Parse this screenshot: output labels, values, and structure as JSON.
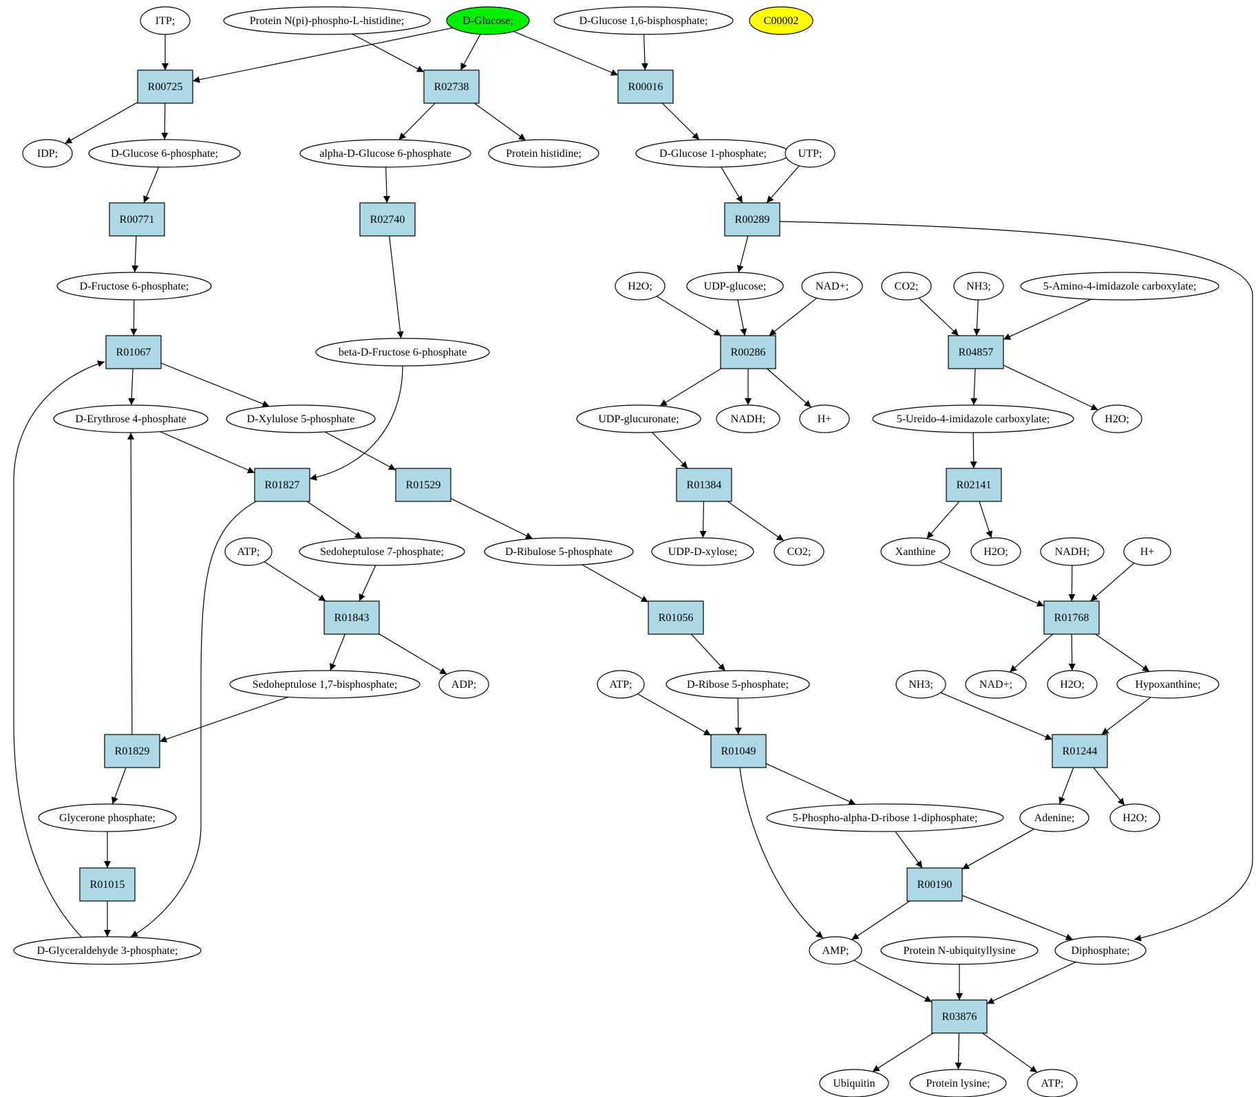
{
  "nodes": [
    {
      "id": "itp",
      "label": "ITP;",
      "shape": "ellipse",
      "fill": "#ffffff"
    },
    {
      "id": "protein_npi",
      "label": "Protein N(pi)-phospho-L-histidine;",
      "shape": "ellipse",
      "fill": "#ffffff"
    },
    {
      "id": "dglucose",
      "label": "D-Glucose;",
      "shape": "ellipse",
      "fill": "#00ee00"
    },
    {
      "id": "dglucose16bp",
      "label": "D-Glucose 1,6-bisphosphate;",
      "shape": "ellipse",
      "fill": "#ffffff"
    },
    {
      "id": "c00002",
      "label": "C00002",
      "shape": "ellipse",
      "fill": "#ffff00"
    },
    {
      "id": "R00725",
      "label": "R00725",
      "shape": "box",
      "fill": "#add8e6"
    },
    {
      "id": "R02738",
      "label": "R02738",
      "shape": "box",
      "fill": "#add8e6"
    },
    {
      "id": "R00016",
      "label": "R00016",
      "shape": "box",
      "fill": "#add8e6"
    },
    {
      "id": "idp",
      "label": "IDP;",
      "shape": "ellipse",
      "fill": "#ffffff"
    },
    {
      "id": "dglc6p",
      "label": "D-Glucose 6-phosphate;",
      "shape": "ellipse",
      "fill": "#ffffff"
    },
    {
      "id": "adglc6p",
      "label": "alpha-D-Glucose 6-phosphate",
      "shape": "ellipse",
      "fill": "#ffffff"
    },
    {
      "id": "protein_his",
      "label": "Protein histidine;",
      "shape": "ellipse",
      "fill": "#ffffff"
    },
    {
      "id": "dglc1p",
      "label": "D-Glucose 1-phosphate;",
      "shape": "ellipse",
      "fill": "#ffffff"
    },
    {
      "id": "utp",
      "label": "UTP;",
      "shape": "ellipse",
      "fill": "#ffffff"
    },
    {
      "id": "R00771",
      "label": "R00771",
      "shape": "box",
      "fill": "#add8e6"
    },
    {
      "id": "R02740",
      "label": "R02740",
      "shape": "box",
      "fill": "#add8e6"
    },
    {
      "id": "R00289",
      "label": "R00289",
      "shape": "box",
      "fill": "#add8e6"
    },
    {
      "id": "dfru6p",
      "label": "D-Fructose 6-phosphate;",
      "shape": "ellipse",
      "fill": "#ffffff"
    },
    {
      "id": "h2o_a",
      "label": "H2O;",
      "shape": "ellipse",
      "fill": "#ffffff"
    },
    {
      "id": "udpglc",
      "label": "UDP-glucose;",
      "shape": "ellipse",
      "fill": "#ffffff"
    },
    {
      "id": "nadp_a",
      "label": "NAD+;",
      "shape": "ellipse",
      "fill": "#ffffff"
    },
    {
      "id": "co2_a",
      "label": "CO2;",
      "shape": "ellipse",
      "fill": "#ffffff"
    },
    {
      "id": "nh3_a",
      "label": "NH3;",
      "shape": "ellipse",
      "fill": "#ffffff"
    },
    {
      "id": "aica",
      "label": "5-Amino-4-imidazole carboxylate;",
      "shape": "ellipse",
      "fill": "#ffffff"
    },
    {
      "id": "R01067",
      "label": "R01067",
      "shape": "box",
      "fill": "#add8e6"
    },
    {
      "id": "bdfru6p",
      "label": "beta-D-Fructose 6-phosphate",
      "shape": "ellipse",
      "fill": "#ffffff"
    },
    {
      "id": "R00286",
      "label": "R00286",
      "shape": "box",
      "fill": "#add8e6"
    },
    {
      "id": "R04857",
      "label": "R04857",
      "shape": "box",
      "fill": "#add8e6"
    },
    {
      "id": "dery4p",
      "label": "D-Erythrose 4-phosphate",
      "shape": "ellipse",
      "fill": "#ffffff"
    },
    {
      "id": "dxyl5p",
      "label": "D-Xylulose 5-phosphate",
      "shape": "ellipse",
      "fill": "#ffffff"
    },
    {
      "id": "udpglcur",
      "label": "UDP-glucuronate;",
      "shape": "ellipse",
      "fill": "#ffffff"
    },
    {
      "id": "nadh_a",
      "label": "NADH;",
      "shape": "ellipse",
      "fill": "#ffffff"
    },
    {
      "id": "hplus_a",
      "label": "H+",
      "shape": "ellipse",
      "fill": "#ffffff"
    },
    {
      "id": "uica",
      "label": "5-Ureido-4-imidazole carboxylate;",
      "shape": "ellipse",
      "fill": "#ffffff"
    },
    {
      "id": "h2o_b",
      "label": "H2O;",
      "shape": "ellipse",
      "fill": "#ffffff"
    },
    {
      "id": "R01827",
      "label": "R01827",
      "shape": "box",
      "fill": "#add8e6"
    },
    {
      "id": "R01529",
      "label": "R01529",
      "shape": "box",
      "fill": "#add8e6"
    },
    {
      "id": "R01384",
      "label": "R01384",
      "shape": "box",
      "fill": "#add8e6"
    },
    {
      "id": "R02141",
      "label": "R02141",
      "shape": "box",
      "fill": "#add8e6"
    },
    {
      "id": "atp_a",
      "label": "ATP;",
      "shape": "ellipse",
      "fill": "#ffffff"
    },
    {
      "id": "sedo7p",
      "label": "Sedoheptulose 7-phosphate;",
      "shape": "ellipse",
      "fill": "#ffffff"
    },
    {
      "id": "dribu5p",
      "label": "D-Ribulose 5-phosphate",
      "shape": "ellipse",
      "fill": "#ffffff"
    },
    {
      "id": "udpxyl",
      "label": "UDP-D-xylose;",
      "shape": "ellipse",
      "fill": "#ffffff"
    },
    {
      "id": "co2_b",
      "label": "CO2;",
      "shape": "ellipse",
      "fill": "#ffffff"
    },
    {
      "id": "xanthine",
      "label": "Xanthine",
      "shape": "ellipse",
      "fill": "#ffffff"
    },
    {
      "id": "h2o_c",
      "label": "H2O;",
      "shape": "ellipse",
      "fill": "#ffffff"
    },
    {
      "id": "nadh_b",
      "label": "NADH;",
      "shape": "ellipse",
      "fill": "#ffffff"
    },
    {
      "id": "hplus_b",
      "label": "H+",
      "shape": "ellipse",
      "fill": "#ffffff"
    },
    {
      "id": "R01843",
      "label": "R01843",
      "shape": "box",
      "fill": "#add8e6"
    },
    {
      "id": "R01056",
      "label": "R01056",
      "shape": "box",
      "fill": "#add8e6"
    },
    {
      "id": "R01768",
      "label": "R01768",
      "shape": "box",
      "fill": "#add8e6"
    },
    {
      "id": "sedo17bp",
      "label": "Sedoheptulose 1,7-bisphosphate;",
      "shape": "ellipse",
      "fill": "#ffffff"
    },
    {
      "id": "adp",
      "label": "ADP;",
      "shape": "ellipse",
      "fill": "#ffffff"
    },
    {
      "id": "atp_b",
      "label": "ATP;",
      "shape": "ellipse",
      "fill": "#ffffff"
    },
    {
      "id": "drib5p",
      "label": "D-Ribose 5-phosphate;",
      "shape": "ellipse",
      "fill": "#ffffff"
    },
    {
      "id": "nh3_b",
      "label": "NH3;",
      "shape": "ellipse",
      "fill": "#ffffff"
    },
    {
      "id": "nadp_b",
      "label": "NAD+;",
      "shape": "ellipse",
      "fill": "#ffffff"
    },
    {
      "id": "h2o_d",
      "label": "H2O;",
      "shape": "ellipse",
      "fill": "#ffffff"
    },
    {
      "id": "hypox",
      "label": "Hypoxanthine;",
      "shape": "ellipse",
      "fill": "#ffffff"
    },
    {
      "id": "R01829",
      "label": "R01829",
      "shape": "box",
      "fill": "#add8e6"
    },
    {
      "id": "R01049",
      "label": "R01049",
      "shape": "box",
      "fill": "#add8e6"
    },
    {
      "id": "R01244",
      "label": "R01244",
      "shape": "box",
      "fill": "#add8e6"
    },
    {
      "id": "glyp",
      "label": "Glycerone phosphate;",
      "shape": "ellipse",
      "fill": "#ffffff"
    },
    {
      "id": "prpp",
      "label": "5-Phospho-alpha-D-ribose 1-diphosphate;",
      "shape": "ellipse",
      "fill": "#ffffff"
    },
    {
      "id": "adenine",
      "label": "Adenine;",
      "shape": "ellipse",
      "fill": "#ffffff"
    },
    {
      "id": "h2o_e",
      "label": "H2O;",
      "shape": "ellipse",
      "fill": "#ffffff"
    },
    {
      "id": "R01015",
      "label": "R01015",
      "shape": "box",
      "fill": "#add8e6"
    },
    {
      "id": "R00190",
      "label": "R00190",
      "shape": "box",
      "fill": "#add8e6"
    },
    {
      "id": "g3p",
      "label": "D-Glyceraldehyde 3-phosphate;",
      "shape": "ellipse",
      "fill": "#ffffff"
    },
    {
      "id": "amp",
      "label": "AMP;",
      "shape": "ellipse",
      "fill": "#ffffff"
    },
    {
      "id": "protein_nub",
      "label": "Protein N-ubiquityllysine",
      "shape": "ellipse",
      "fill": "#ffffff"
    },
    {
      "id": "diphos",
      "label": "Diphosphate;",
      "shape": "ellipse",
      "fill": "#ffffff"
    },
    {
      "id": "R03876",
      "label": "R03876",
      "shape": "box",
      "fill": "#add8e6"
    },
    {
      "id": "ubiquitin",
      "label": "Ubiquitin",
      "shape": "ellipse",
      "fill": "#ffffff"
    },
    {
      "id": "protein_lys",
      "label": "Protein lysine;",
      "shape": "ellipse",
      "fill": "#ffffff"
    },
    {
      "id": "atp_c",
      "label": "ATP;",
      "shape": "ellipse",
      "fill": "#ffffff"
    }
  ],
  "edges": [
    [
      "itp",
      "R00725"
    ],
    [
      "dglucose",
      "R00725"
    ],
    [
      "R00725",
      "idp"
    ],
    [
      "R00725",
      "dglc6p"
    ],
    [
      "protein_npi",
      "R02738"
    ],
    [
      "dglucose",
      "R02738"
    ],
    [
      "R02738",
      "adglc6p"
    ],
    [
      "R02738",
      "protein_his"
    ],
    [
      "dglucose",
      "R00016"
    ],
    [
      "dglucose16bp",
      "R00016"
    ],
    [
      "R00016",
      "dglc1p"
    ],
    [
      "dglc6p",
      "R00771"
    ],
    [
      "R00771",
      "dfru6p"
    ],
    [
      "adglc6p",
      "R02740"
    ],
    [
      "R02740",
      "bdfru6p"
    ],
    [
      "dglc1p",
      "R00289"
    ],
    [
      "utp",
      "R00289"
    ],
    [
      "R00289",
      "udpglc"
    ],
    [
      "R00289",
      "diphos"
    ],
    [
      "dfru6p",
      "R01067"
    ],
    [
      "g3p",
      "R01067"
    ],
    [
      "R01067",
      "dery4p"
    ],
    [
      "R01067",
      "dxyl5p"
    ],
    [
      "h2o_a",
      "R00286"
    ],
    [
      "udpglc",
      "R00286"
    ],
    [
      "nadp_a",
      "R00286"
    ],
    [
      "R00286",
      "udpglcur"
    ],
    [
      "R00286",
      "nadh_a"
    ],
    [
      "R00286",
      "hplus_a"
    ],
    [
      "co2_a",
      "R04857"
    ],
    [
      "nh3_a",
      "R04857"
    ],
    [
      "aica",
      "R04857"
    ],
    [
      "R04857",
      "uica"
    ],
    [
      "R04857",
      "h2o_b"
    ],
    [
      "dery4p",
      "R01827"
    ],
    [
      "bdfru6p",
      "R01827"
    ],
    [
      "R01827",
      "sedo7p"
    ],
    [
      "R01827",
      "g3p"
    ],
    [
      "dxyl5p",
      "R01529"
    ],
    [
      "R01529",
      "dribu5p"
    ],
    [
      "udpglcur",
      "R01384"
    ],
    [
      "R01384",
      "udpxyl"
    ],
    [
      "R01384",
      "co2_b"
    ],
    [
      "uica",
      "R02141"
    ],
    [
      "R02141",
      "xanthine"
    ],
    [
      "R02141",
      "h2o_c"
    ],
    [
      "atp_a",
      "R01843"
    ],
    [
      "sedo7p",
      "R01843"
    ],
    [
      "R01843",
      "sedo17bp"
    ],
    [
      "R01843",
      "adp"
    ],
    [
      "dribu5p",
      "R01056"
    ],
    [
      "R01056",
      "drib5p"
    ],
    [
      "xanthine",
      "R01768"
    ],
    [
      "nadh_b",
      "R01768"
    ],
    [
      "hplus_b",
      "R01768"
    ],
    [
      "R01768",
      "nadp_b"
    ],
    [
      "R01768",
      "h2o_d"
    ],
    [
      "R01768",
      "hypox"
    ],
    [
      "sedo17bp",
      "R01829"
    ],
    [
      "R01829",
      "dery4p"
    ],
    [
      "R01829",
      "glyp"
    ],
    [
      "atp_b",
      "R01049"
    ],
    [
      "drib5p",
      "R01049"
    ],
    [
      "R01049",
      "prpp"
    ],
    [
      "R01049",
      "amp"
    ],
    [
      "nh3_b",
      "R01244"
    ],
    [
      "hypox",
      "R01244"
    ],
    [
      "R01244",
      "adenine"
    ],
    [
      "R01244",
      "h2o_e"
    ],
    [
      "glyp",
      "R01015"
    ],
    [
      "R01015",
      "g3p"
    ],
    [
      "prpp",
      "R00190"
    ],
    [
      "adenine",
      "R00190"
    ],
    [
      "R00190",
      "amp"
    ],
    [
      "R00190",
      "diphos"
    ],
    [
      "amp",
      "R03876"
    ],
    [
      "protein_nub",
      "R03876"
    ],
    [
      "diphos",
      "R03876"
    ],
    [
      "R03876",
      "ubiquitin"
    ],
    [
      "R03876",
      "protein_lys"
    ],
    [
      "R03876",
      "atp_c"
    ]
  ]
}
